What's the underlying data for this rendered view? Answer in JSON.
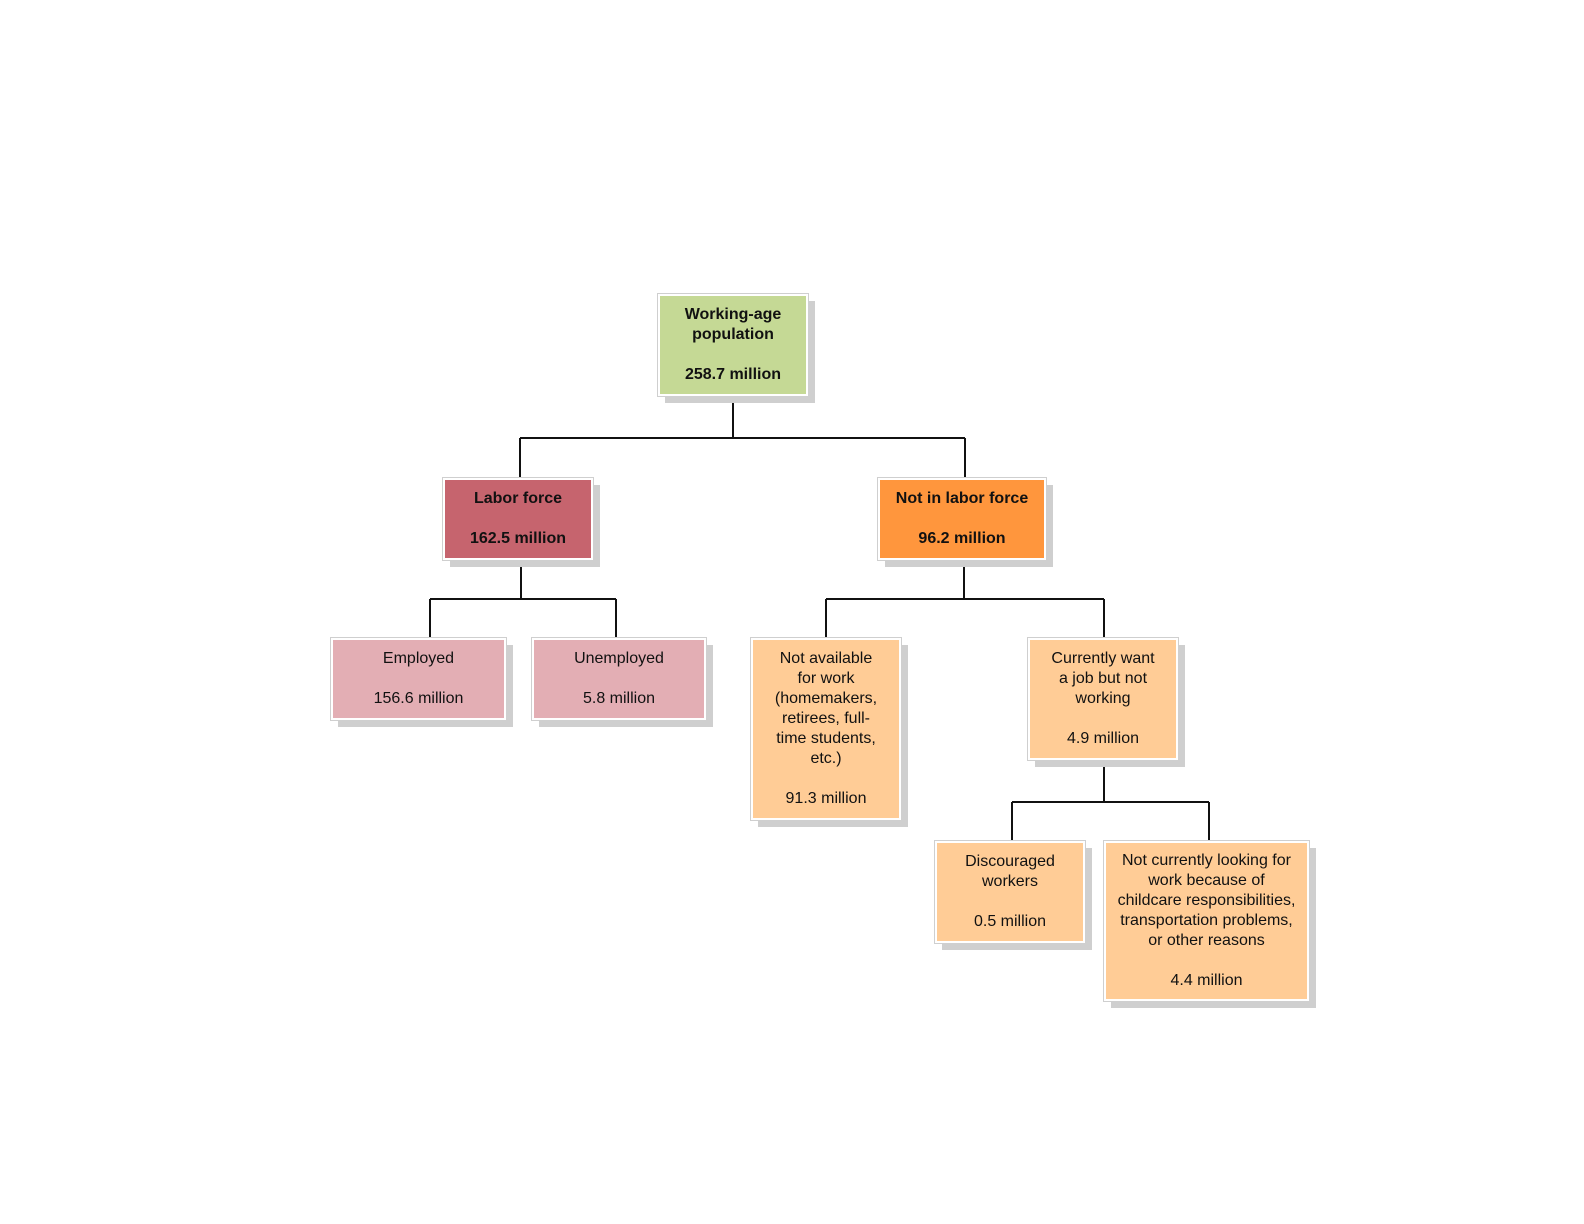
{
  "colors": {
    "root": "#c5d995",
    "labor_force": "#c6646e",
    "not_in_labor_force": "#ff963d",
    "labor_children": "#e3aeb4",
    "not_in_labor_children": "#ffcc96",
    "connector": "#111111"
  },
  "diagram": {
    "root": {
      "label": "Working-age\npopulation",
      "value": "258.7 million"
    },
    "labor_force": {
      "label": "Labor force",
      "value": "162.5 million"
    },
    "not_in_labor_force": {
      "label": "Not in labor force",
      "value": "96.2 million"
    },
    "employed": {
      "label": "Employed",
      "value": "156.6 million"
    },
    "unemployed": {
      "label": "Unemployed",
      "value": "5.8 million"
    },
    "not_available": {
      "label": "Not available\nfor work\n(homemakers,\nretirees, full-\ntime students,\netc.)",
      "value": "91.3 million"
    },
    "want_job": {
      "label": "Currently want\na job but not\nworking",
      "value": "4.9 million"
    },
    "discouraged": {
      "label": "Discouraged\nworkers",
      "value": "0.5 million"
    },
    "not_looking": {
      "label": "Not currently looking for\nwork because of\nchildcare responsibilities,\ntransportation problems,\nor other reasons",
      "value": "4.4 million"
    }
  }
}
